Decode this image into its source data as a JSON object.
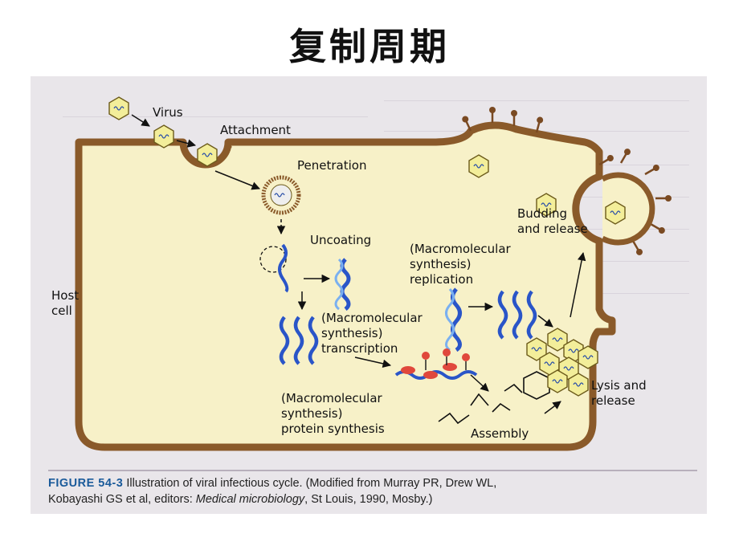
{
  "title": "复制周期",
  "diagram": {
    "labels": {
      "virus": "Virus",
      "attachment": "Attachment",
      "penetration": "Penetration",
      "uncoating": "Uncoating",
      "host_cell": "Host\ncell",
      "replication": "(Macromolecular\nsynthesis)\nreplication",
      "transcription": "(Macromolecular\nsynthesis)\ntranscription",
      "protein_synthesis": "(Macromolecular\nsynthesis)\nprotein synthesis",
      "assembly": "Assembly",
      "budding": "Budding\nand release",
      "lysis": "Lysis and\nrelease"
    },
    "colors": {
      "cell_fill": "#f7f1c8",
      "cell_border": "#8a5a2a",
      "capsid": "#f3ee9a",
      "rna_blue": "#2a55c8",
      "ribosome": "#e0483c"
    }
  },
  "caption": {
    "figure_no": "FIGURE 54-3",
    "text_1": " Illustration of viral infectious cycle. (Modified from Murray PR, Drew WL,",
    "text_2": "Kobayashi GS et al, editors: ",
    "journal": "Medical microbiology",
    "text_3": ", St Louis, 1990, Mosby.)"
  }
}
